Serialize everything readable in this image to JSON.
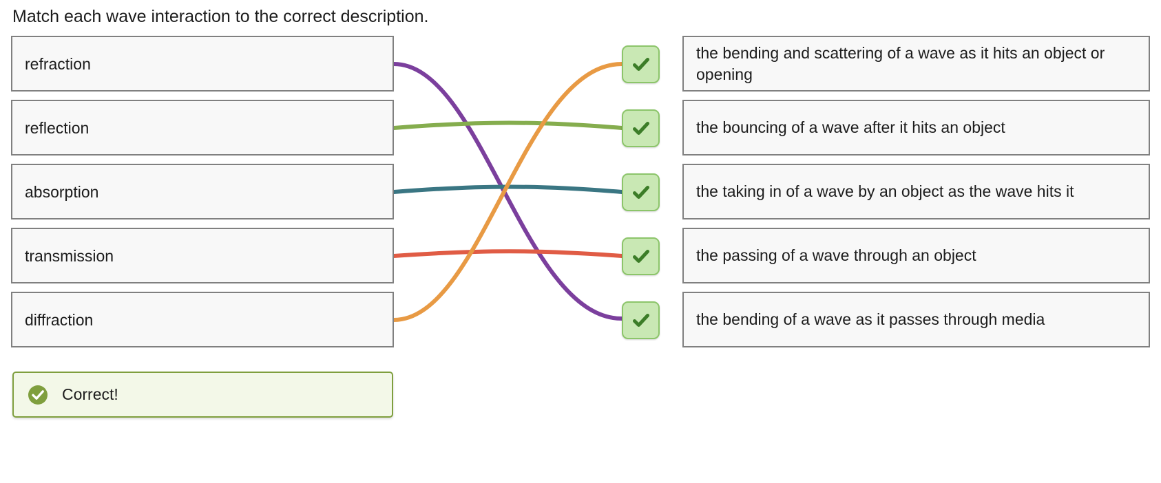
{
  "prompt": "Match each wave interaction to the correct description.",
  "terms": [
    {
      "label": "refraction"
    },
    {
      "label": "reflection"
    },
    {
      "label": "absorption"
    },
    {
      "label": "transmission"
    },
    {
      "label": "diffraction"
    }
  ],
  "descriptions": [
    {
      "label": "the bending and scattering of a wave as it hits an object or opening"
    },
    {
      "label": "the bouncing of a wave after it hits an object"
    },
    {
      "label": "the taking in of a wave by an object as the wave hits it"
    },
    {
      "label": "the passing of a wave through an object"
    },
    {
      "label": "the bending of a wave as it passes through media"
    }
  ],
  "check_tiles": [
    {
      "icon": "check-icon",
      "state": "correct"
    },
    {
      "icon": "check-icon",
      "state": "correct"
    },
    {
      "icon": "check-icon",
      "state": "correct"
    },
    {
      "icon": "check-icon",
      "state": "correct"
    },
    {
      "icon": "check-icon",
      "state": "correct"
    }
  ],
  "connections": [
    {
      "from_term": "refraction",
      "to_description": "the bending of a wave as it passes through media",
      "color": "#7b3f9d"
    },
    {
      "from_term": "reflection",
      "to_description": "the bouncing of a wave after it hits an object",
      "color": "#85ad4e"
    },
    {
      "from_term": "absorption",
      "to_description": "the taking in of a wave by an object as the wave hits it",
      "color": "#3a7683"
    },
    {
      "from_term": "transmission",
      "to_description": "the passing of a wave through an object",
      "color": "#e05c45"
    },
    {
      "from_term": "diffraction",
      "to_description": "the bending and scattering of a wave as it hits an object or opening",
      "color": "#e89a44"
    }
  ],
  "feedback": {
    "text": "Correct!",
    "icon": "check-circle-icon",
    "status": "correct",
    "accent_color": "#7f9f3e",
    "background_color": "#f3f8e8"
  },
  "colors": {
    "box_background": "#f8f8f8",
    "box_border": "#808080",
    "tile_background": "#c9e8b4",
    "tile_border": "#8cc56a",
    "tile_check": "#3c7d28",
    "text": "#1c1c1c"
  }
}
